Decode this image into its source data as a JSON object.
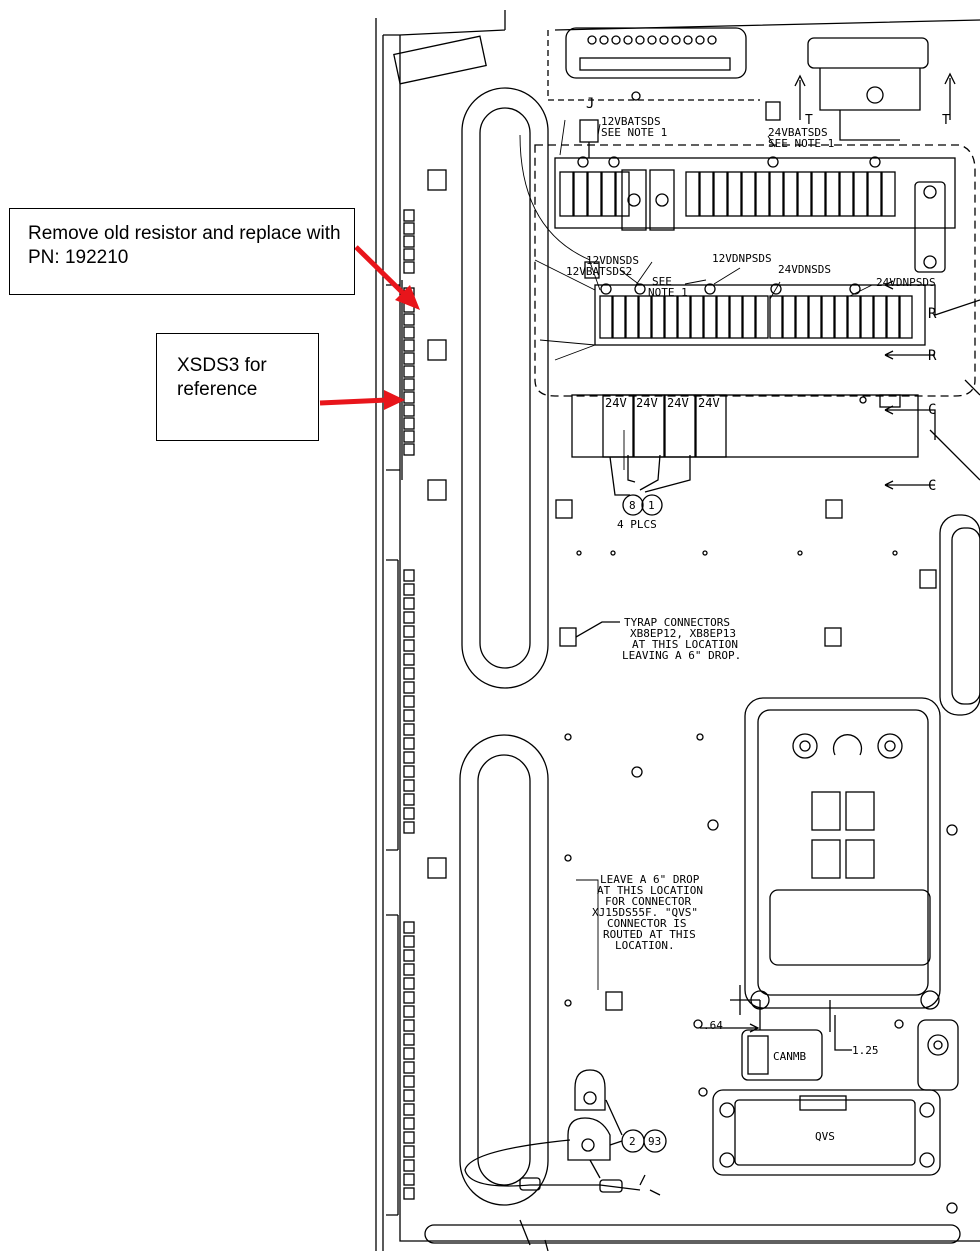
{
  "callouts": {
    "resistor_note": "Remove old resistor and replace with PN: 192210",
    "xsds3_note": "XSDS3 for reference"
  },
  "labels": {
    "j": "J",
    "bat12": "12VBATSDS",
    "see_note_1a": "SEE NOTE 1",
    "bat24": "24VBATSDS",
    "see_note_1b": "SEE NOTE 1",
    "t_left": "T",
    "t_right": "T",
    "dn12": "12VDNSDS",
    "bat12_2": "12VBATSDS2",
    "see": "SEE",
    "note1": "NOTE 1",
    "np12": "12VDNPSDS",
    "dn24": "24VDNSDS",
    "np24": "24VDNPSDS",
    "r_top": "R",
    "r_bottom": "R",
    "c_top": "C",
    "c_bottom": "C",
    "relay_1": "24V",
    "relay_2": "24V",
    "relay_3": "24V",
    "relay_4": "24V",
    "balloon_8": "8",
    "balloon_1": "1",
    "four_plcs": "4 PLCS",
    "tyrap_1": "TYRAP CONNECTORS",
    "tyrap_2": "XB8EP12, XB8EP13",
    "tyrap_3": "AT THIS LOCATION",
    "tyrap_4": "LEAVING A 6\" DROP.",
    "drop_1": "LEAVE A 6\" DROP",
    "drop_2": "AT THIS LOCATION",
    "drop_3": "FOR CONNECTOR",
    "drop_4": "XJ15DS55F. \"QVS\"",
    "drop_5": "CONNECTOR IS",
    "drop_6": "ROUTED AT THIS",
    "drop_7": "LOCATION.",
    "dim_064": ".64",
    "dim_125": "1.25",
    "canmb": "CANMB",
    "qvs": "QVS",
    "balloon_2": "2",
    "balloon_93": "93"
  },
  "colors": {
    "arrow": "#e8151b",
    "line": "#000000"
  }
}
